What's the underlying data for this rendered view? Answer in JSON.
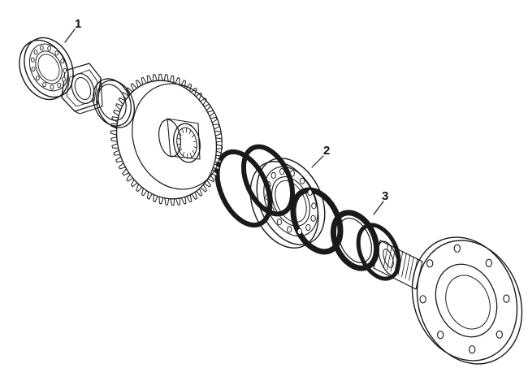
{
  "callouts": [
    {
      "id": "1",
      "label": "1",
      "part": "small-bearing"
    },
    {
      "id": "2",
      "label": "2",
      "part": "main-ball-bearing"
    },
    {
      "id": "3",
      "label": "3",
      "part": "seal-ring"
    }
  ],
  "colors": {
    "ink": "#1a1a1a",
    "face": "#ffffff",
    "shade": "#d9d9d9",
    "dark": "#2b2b2b",
    "background": "#ffffff"
  },
  "gear_teeth": 56,
  "flange_holes": 8
}
